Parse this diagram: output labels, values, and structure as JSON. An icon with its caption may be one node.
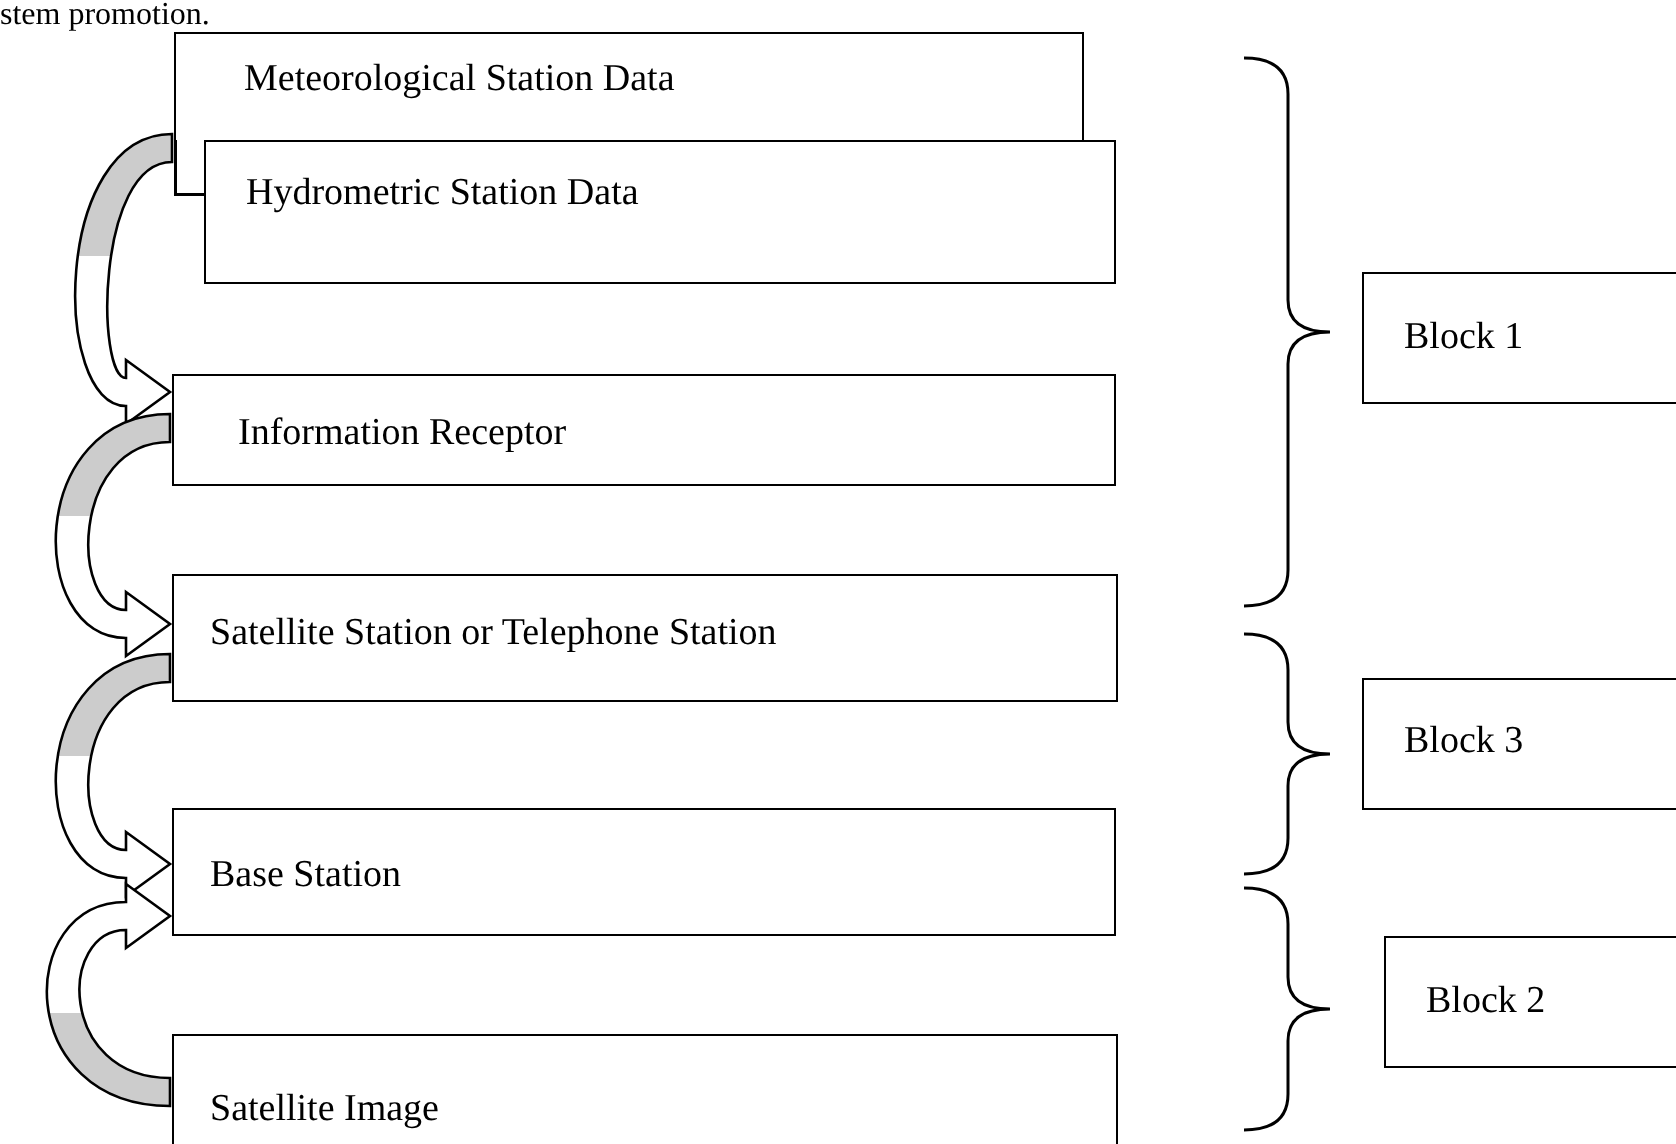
{
  "diagram": {
    "nodes": [
      {
        "text": [
          "Meteorological Station Data"
        ]
      },
      {
        "text": [
          "Hydrometric Station Data"
        ]
      },
      {
        "text": [
          "Information Receptor"
        ]
      },
      {
        "text": [
          "Satellite Station or Telephone Station"
        ]
      },
      {
        "text": [
          "Base Station"
        ]
      },
      {
        "text": [
          "Satellite Image"
        ]
      },
      {
        "text": [
          "Block 1"
        ]
      },
      {
        "text": [
          "Block 3"
        ]
      },
      {
        "text": [
          "Block 2"
        ]
      }
    ],
    "edges": [
      {
        "from": 0,
        "to": 2,
        "arrow": "to"
      },
      {
        "from": 2,
        "to": 3,
        "arrow": "to"
      },
      {
        "from": 3,
        "to": 4,
        "arrow": "to"
      },
      {
        "from": 5,
        "to": 4,
        "arrow": "to"
      }
    ],
    "labels": [
      "stem promotion."
    ]
  }
}
